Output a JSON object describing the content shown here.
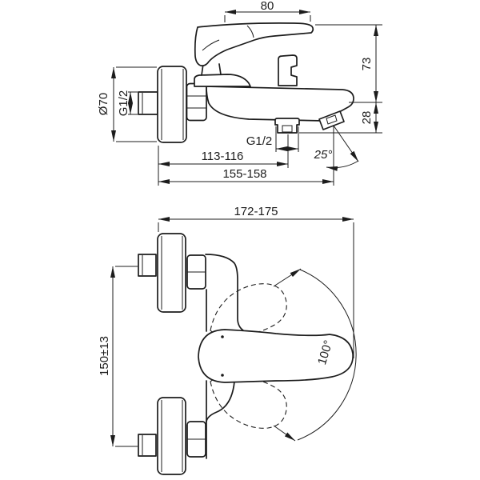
{
  "drawing": {
    "title": "Wall-mounted bath shower mixer - dimensional drawing, two orthographic views",
    "colors": {
      "line": "#1c1c1c",
      "background": "#ffffff"
    },
    "top_view": {
      "dim_handle_length": "80",
      "dim_height_above_spout": "73",
      "dim_spout_drop": "28",
      "dim_escutcheon_diameter": "Ø70",
      "dim_wall_thread": "G1/2",
      "dim_outlet_thread": "G1/2",
      "dim_wall_to_outlet": "113-116",
      "dim_wall_to_spout_tip": "155-158",
      "dim_spray_angle": "25°"
    },
    "front_view": {
      "dim_overall_width": "172-175",
      "dim_connection_spacing": "150±13",
      "dim_handle_swing": "100°"
    }
  }
}
